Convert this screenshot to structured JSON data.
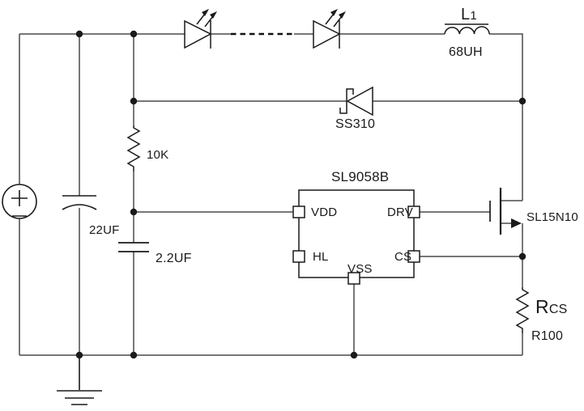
{
  "components": {
    "inductor": {
      "ref": "L",
      "ref_sub": "1",
      "value": "68UH"
    },
    "freewheel_diode": {
      "part": "SS310"
    },
    "bulk_capacitor": {
      "value": "22UF"
    },
    "vdd_capacitor": {
      "value": "2.2UF"
    },
    "bias_resistor": {
      "value": "10K"
    },
    "driver_ic": {
      "part": "SL9058B",
      "pins": {
        "vdd": "VDD",
        "hl": "HL",
        "vss": "VSS",
        "drv": "DRV",
        "cs": "CS"
      }
    },
    "mosfet": {
      "part": "SL15N10"
    },
    "sense_resistor": {
      "ref": "R",
      "ref_sub": "CS",
      "value": "R100"
    }
  },
  "colors": {
    "wire": "#4a4a4a",
    "symbol": "#1a1a1a",
    "background": "#ffffff"
  }
}
